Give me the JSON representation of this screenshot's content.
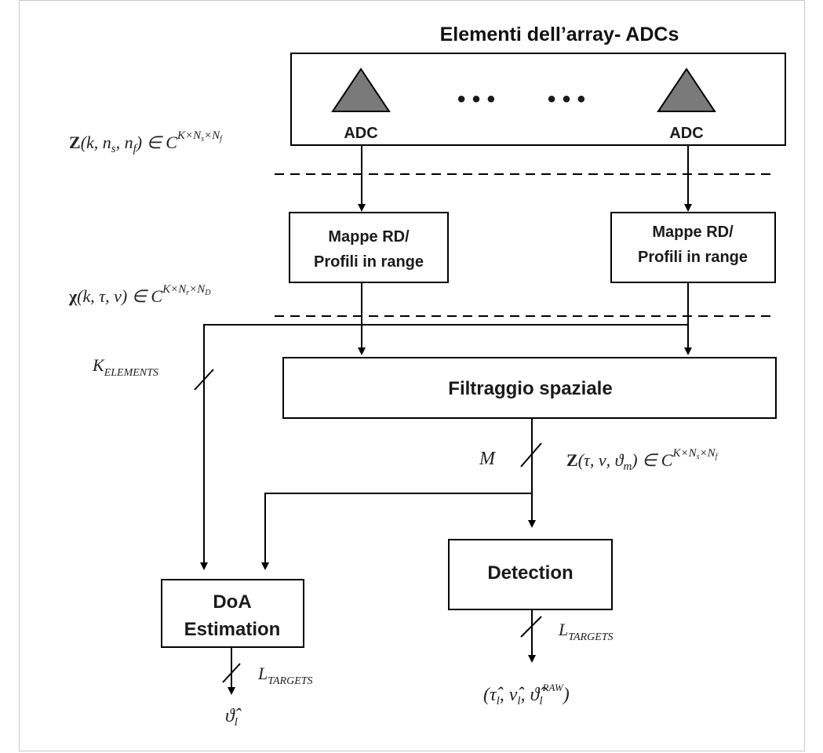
{
  "title": "Elementi dell’array- ADCs",
  "adc_left_label": "ADC",
  "adc_right_label": "ADC",
  "dots_left": "•  •  •",
  "dots_right": "•  •  •",
  "rd_left_line1": "Mappe RD/",
  "rd_left_line2": "Profili in range",
  "rd_right_line1": "Mappe RD/",
  "rd_right_line2": "Profili in range",
  "spatial_filter_label": "Filtraggio spaziale",
  "detection_label": "Detection",
  "doa_line1": "DoA",
  "doa_line2": "Estimation",
  "eq_z_knf": {
    "main": "Z",
    "args": "(k, n",
    "sub_s": "s",
    "mid": ", n",
    "sub_f": "f",
    "end": ") ∈ C",
    "sup": "K×N",
    "sup_sub_s": "s",
    "sup_mid": "×N",
    "sup_sub_f": "f"
  },
  "eq_chi": {
    "main": "χ",
    "args": "(k, τ, ν) ∈ C",
    "sup": "K×N",
    "sup_sub_r": "r",
    "sup_mid": "×N",
    "sup_sub_d": "D"
  },
  "eq_z_tau": {
    "main": "Z",
    "args": "(τ, ν, ϑ",
    "sub_m": "m",
    "end": ") ∈ C",
    "sup": "K×N",
    "sup_sub_s": "s",
    "sup_mid": "×N",
    "sup_sub_f": "f"
  },
  "k_elements": {
    "main": "K",
    "sub": "ELEMENTS"
  },
  "m_label": "M",
  "l_targets_detection": {
    "main": "L",
    "sub": "TARGETS"
  },
  "l_targets_doa": {
    "main": "L",
    "sub": "TARGETS"
  },
  "output_detection": {
    "open": "(",
    "tau": "τ̂",
    "sub_l1": "l",
    "nu": ", ν̂",
    "sub_l2": "l",
    "theta": ", ϑ̂",
    "sub_l3": "l",
    "sup_raw": "RAW",
    "close": ")"
  },
  "output_doa": {
    "theta": "ϑ̂",
    "sub_l": "l"
  },
  "colors": {
    "triangle_fill": "#7a7a7a",
    "line": "#000000",
    "frame": "#c8c8c8"
  }
}
